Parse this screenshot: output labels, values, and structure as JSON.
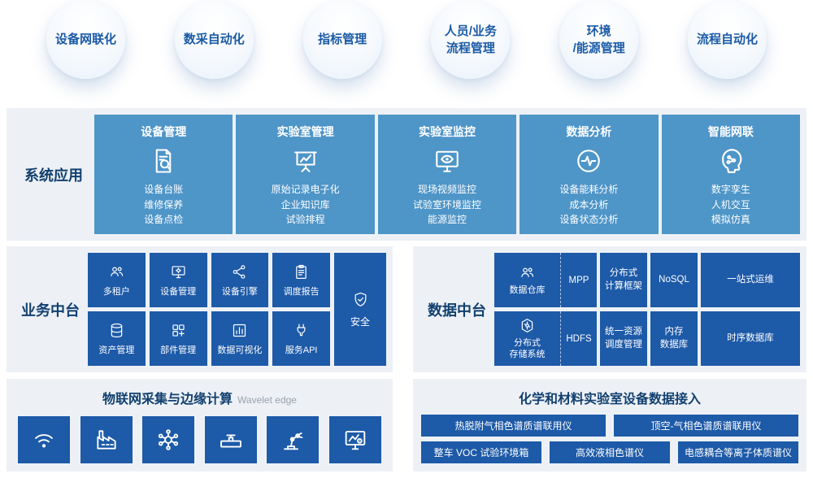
{
  "colors": {
    "panel_bg": "#edf1f6",
    "card_blue": "#4e95c8",
    "tile_blue": "#1d5aa8",
    "label_navy": "#12406f",
    "circle_text": "#1a5aa6",
    "subtitle_gray": "#98a1ab"
  },
  "top_capabilities": [
    {
      "label": "设备网联化"
    },
    {
      "label": "数采自动化"
    },
    {
      "label": "指标管理"
    },
    {
      "label": "人员/业务\n流程管理"
    },
    {
      "label": "环境\n/能源管理"
    },
    {
      "label": "流程自动化"
    }
  ],
  "system_apps": {
    "label": "系统应用",
    "cards": [
      {
        "title": "设备管理",
        "icon": "document-search-icon",
        "items": [
          "设备台账",
          "维修保养",
          "设备点检"
        ]
      },
      {
        "title": "实验室管理",
        "icon": "presentation-chart-icon",
        "items": [
          "原始记录电子化",
          "企业知识库",
          "试验排程"
        ]
      },
      {
        "title": "实验室监控",
        "icon": "monitor-eye-icon",
        "items": [
          "现场视频监控",
          "试验室环境监控",
          "能源监控"
        ]
      },
      {
        "title": "数据分析",
        "icon": "pulse-circle-icon",
        "items": [
          "设备能耗分析",
          "成本分析",
          "设备状态分析"
        ]
      },
      {
        "title": "智能网联",
        "icon": "smart-head-icon",
        "items": [
          "数字孪生",
          "人机交互",
          "模拟仿真"
        ]
      }
    ]
  },
  "business_platform": {
    "label": "业务中台",
    "tiles": [
      {
        "label": "多租户",
        "icon": "users-icon"
      },
      {
        "label": "设备管理",
        "icon": "device-monitor-icon"
      },
      {
        "label": "设备引擎",
        "icon": "share-nodes-icon"
      },
      {
        "label": "调度报告",
        "icon": "clipboard-icon"
      },
      {
        "label": "资产管理",
        "icon": "database-icon"
      },
      {
        "label": "部件管理",
        "icon": "components-icon"
      },
      {
        "label": "数据可视化",
        "icon": "bar-chart-icon"
      },
      {
        "label": "服务API",
        "icon": "plug-icon"
      }
    ],
    "security_tile": {
      "label": "安全",
      "icon": "shield-icon"
    }
  },
  "data_platform": {
    "label": "数据中台",
    "rows": [
      {
        "combo": {
          "label": "数据仓库",
          "icon": "users-icon",
          "tag": "MPP"
        },
        "tiles": [
          "分布式\n计算框架",
          "NoSQL",
          "一站式运维"
        ]
      },
      {
        "combo": {
          "label": "分布式\n存储系统",
          "icon": "hexagon-node-icon",
          "tag": "HDFS"
        },
        "tiles": [
          "统一资源\n调度管理",
          "内存\n数据库",
          "时序数据库"
        ]
      }
    ]
  },
  "iot_edge": {
    "title": "物联网采集与边缘计算",
    "subtitle": "Wavelet edge",
    "tiles": [
      {
        "icon": "wireless-sensor-icon"
      },
      {
        "icon": "factory-icon"
      },
      {
        "icon": "network-nodes-icon"
      },
      {
        "icon": "pipeline-valve-icon"
      },
      {
        "icon": "robot-arm-icon"
      },
      {
        "icon": "screen-chart-icon"
      }
    ]
  },
  "lab_access": {
    "title": "化学和材料实验室设备数据接入",
    "rows": [
      [
        "热脱附气相色谱质谱联用仪",
        "顶空-气相色谱质谱联用仪"
      ],
      [
        "整车 VOC 试验环境箱",
        "高效液相色谱仪",
        "电感耦合等离子体质谱仪"
      ]
    ]
  }
}
